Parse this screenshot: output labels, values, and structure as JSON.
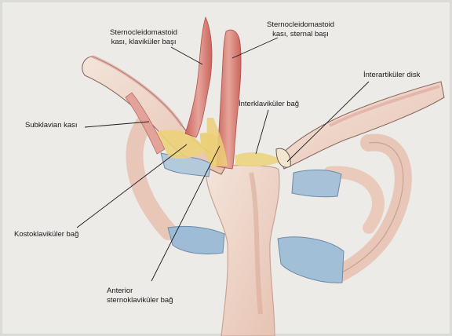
{
  "labels": {
    "clavicular_head": {
      "line1": "Sternocleidomastoid",
      "line2": "kası, klaviküler başı"
    },
    "sternal_head": {
      "line1": "Sternocleidomastoid",
      "line2": "kası, sternal başı"
    },
    "interarticular_disc": "İnterartiküler disk",
    "interclavicular_ligament": "İnterklaviküler bağ",
    "subclavius": "Subklavian kası",
    "costoclavicular_ligament": "Kostoklaviküler bağ",
    "anterior_sternoclavicular": {
      "line1": "Anterior",
      "line2": "sternoklaviküler bağ"
    }
  },
  "colors": {
    "paper": "#ecebe8",
    "bone": "#f0ddd1",
    "bone_shade": "#d89a86",
    "cartilage": "#a9c3d9",
    "muscle": "#d9867d",
    "ligament": "#e9cf6e",
    "ink": "#1a1a1a"
  }
}
